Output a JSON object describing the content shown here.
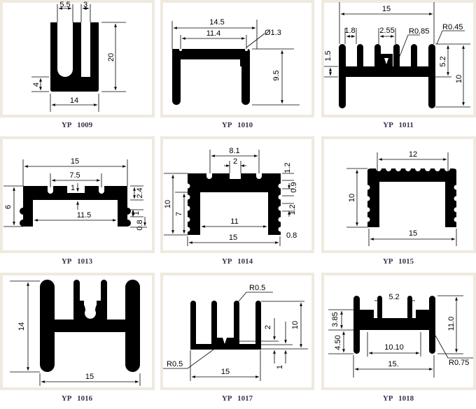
{
  "panels": [
    {
      "caption": "YP   1009",
      "dims": [
        "5.5",
        "3",
        "20",
        "4",
        "14"
      ]
    },
    {
      "caption": "YP   1010",
      "dims": [
        "14.5",
        "11.4",
        "Ø1.3",
        "9.5"
      ]
    },
    {
      "caption": "YP   1011",
      "dims": [
        "15",
        "1.8",
        "2.55",
        "R0.85",
        "R0.45",
        "1.5",
        "5.2",
        "10"
      ]
    },
    {
      "caption": "YP   1013",
      "dims": [
        "15",
        "7.5",
        "1",
        "11.5",
        "6",
        "2.4",
        "1",
        "0.8"
      ]
    },
    {
      "caption": "YP   1014",
      "dims": [
        "8.1",
        "2",
        "1.2",
        "0.9",
        "1.2",
        "10",
        "7",
        "11",
        "15",
        "0.8"
      ]
    },
    {
      "caption": "YP   1015",
      "dims": [
        "12",
        "10",
        "15"
      ]
    },
    {
      "caption": "YP   1016",
      "dims": [
        "14",
        "15"
      ]
    },
    {
      "caption": "YP   1017",
      "dims": [
        "R0.5",
        "R0.5",
        "2",
        "10",
        "1",
        "15"
      ]
    },
    {
      "caption": "YP   1018",
      "dims": [
        "5.2",
        "3.85",
        "11.0",
        "4.50",
        "10.10",
        "15.",
        "R0.75"
      ]
    }
  ]
}
